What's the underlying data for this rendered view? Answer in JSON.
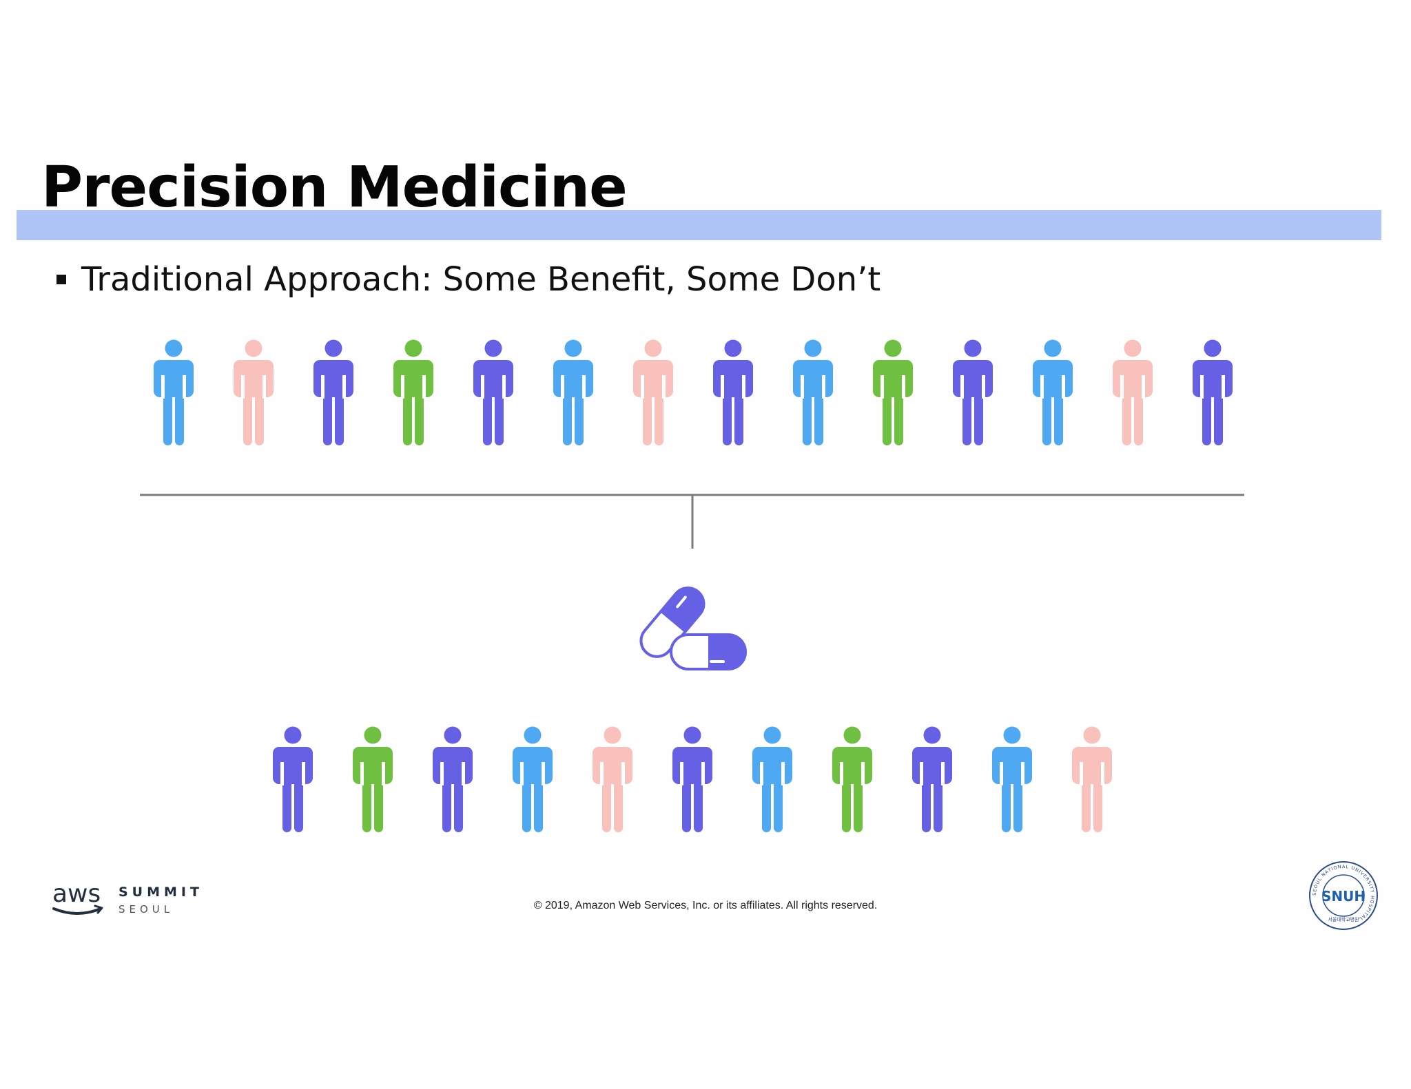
{
  "slide": {
    "title": "Precision Medicine",
    "bullet": "Traditional Approach: Some Benefit, Some Don’t"
  },
  "colors": {
    "title_bar": "#afc4f7",
    "blue": "#4ea8f2",
    "pink": "#f9c1bb",
    "purple": "#6660e4",
    "green": "#6fbf40",
    "connector": "#7a7a7a"
  },
  "top_row": [
    "blue",
    "pink",
    "purple",
    "green",
    "purple",
    "blue",
    "pink",
    "purple",
    "blue",
    "green",
    "purple",
    "blue",
    "pink",
    "purple"
  ],
  "bottom_row": [
    "purple",
    "green",
    "purple",
    "blue",
    "pink",
    "purple",
    "blue",
    "green",
    "purple",
    "blue",
    "pink"
  ],
  "icons": {
    "person": "person-icon",
    "pill": "pill-capsules-icon"
  },
  "footer": {
    "aws_word": "aws",
    "summit": "SUMMIT",
    "city": "SEOUL",
    "copyright": "© 2019, Amazon Web Services, Inc. or its affiliates. All rights reserved.",
    "snuh_text": "SNUH",
    "snuh_ring_text": "SEOUL NATIONAL UNIVERSITY HOSPITAL",
    "snuh_korean": "서울대학교병원"
  }
}
